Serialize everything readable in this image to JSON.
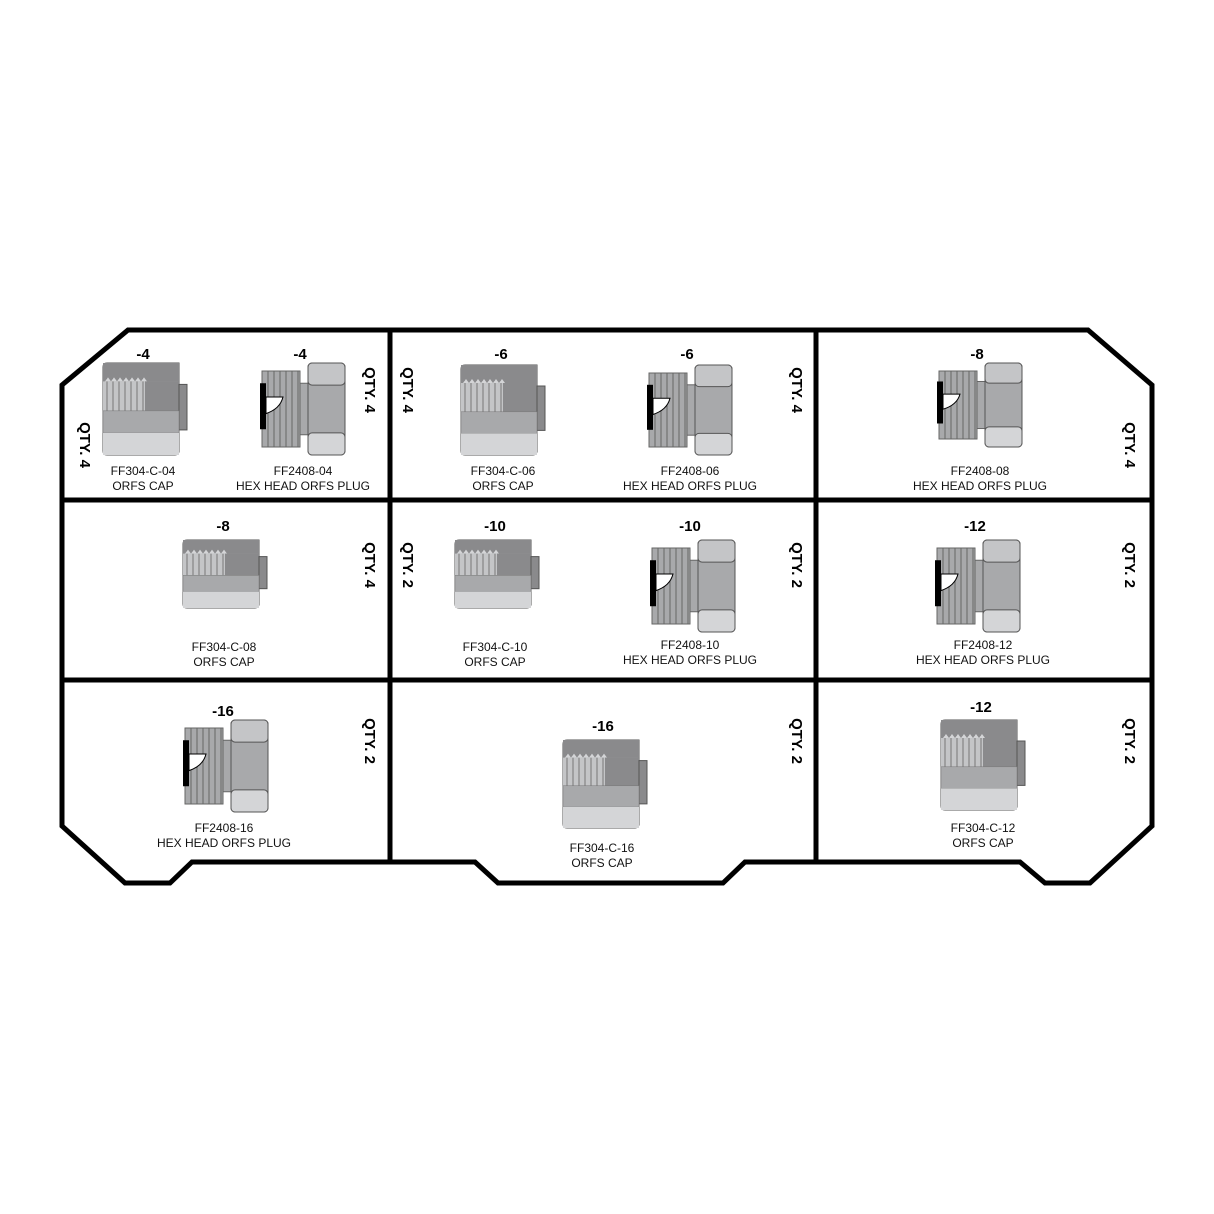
{
  "colors": {
    "outline": "#000000",
    "dark": "#8a8a8c",
    "mid": "#a8a9ab",
    "light": "#d4d5d7",
    "thread": "#c4c5c7"
  },
  "cells": [
    {
      "qty": [
        "QTY. 4",
        "QTY. 4"
      ],
      "items": [
        {
          "size": "-4",
          "part": "FF304-C-04",
          "name": "ORFS CAP",
          "type": "cap"
        },
        {
          "size": "-4",
          "part": "FF2408-04",
          "name": "HEX HEAD ORFS PLUG",
          "type": "plug"
        }
      ]
    },
    {
      "qty": [
        "QTY. 4",
        "QTY. 4"
      ],
      "items": [
        {
          "size": "-6",
          "part": "FF304-C-06",
          "name": "ORFS CAP",
          "type": "cap"
        },
        {
          "size": "-6",
          "part": "FF2408-06",
          "name": "HEX HEAD ORFS PLUG",
          "type": "plug"
        }
      ]
    },
    {
      "qty": [
        "QTY. 4"
      ],
      "items": [
        {
          "size": "-8",
          "part": "FF2408-08",
          "name": "HEX HEAD ORFS PLUG",
          "type": "plug"
        }
      ]
    },
    {
      "qty": [
        "QTY. 4"
      ],
      "items": [
        {
          "size": "-8",
          "part": "FF304-C-08",
          "name": "ORFS CAP",
          "type": "cap"
        }
      ]
    },
    {
      "qty": [
        "QTY. 2",
        "QTY. 2"
      ],
      "items": [
        {
          "size": "-10",
          "part": "FF304-C-10",
          "name": "ORFS CAP",
          "type": "cap"
        },
        {
          "size": "-10",
          "part": "FF2408-10",
          "name": "HEX HEAD ORFS PLUG",
          "type": "plug"
        }
      ]
    },
    {
      "qty": [
        "QTY. 2"
      ],
      "items": [
        {
          "size": "-12",
          "part": "FF2408-12",
          "name": "HEX HEAD ORFS PLUG",
          "type": "plug"
        }
      ]
    },
    {
      "qty": [
        "QTY. 2"
      ],
      "items": [
        {
          "size": "-16",
          "part": "FF2408-16",
          "name": "HEX HEAD ORFS PLUG",
          "type": "plug"
        }
      ]
    },
    {
      "qty": [
        "QTY. 2"
      ],
      "items": [
        {
          "size": "-16",
          "part": "FF304-C-16",
          "name": "ORFS CAP",
          "type": "cap"
        }
      ]
    },
    {
      "qty": [
        "QTY. 2"
      ],
      "items": [
        {
          "size": "-12",
          "part": "FF304-C-12",
          "name": "ORFS CAP",
          "type": "cap"
        }
      ]
    }
  ]
}
